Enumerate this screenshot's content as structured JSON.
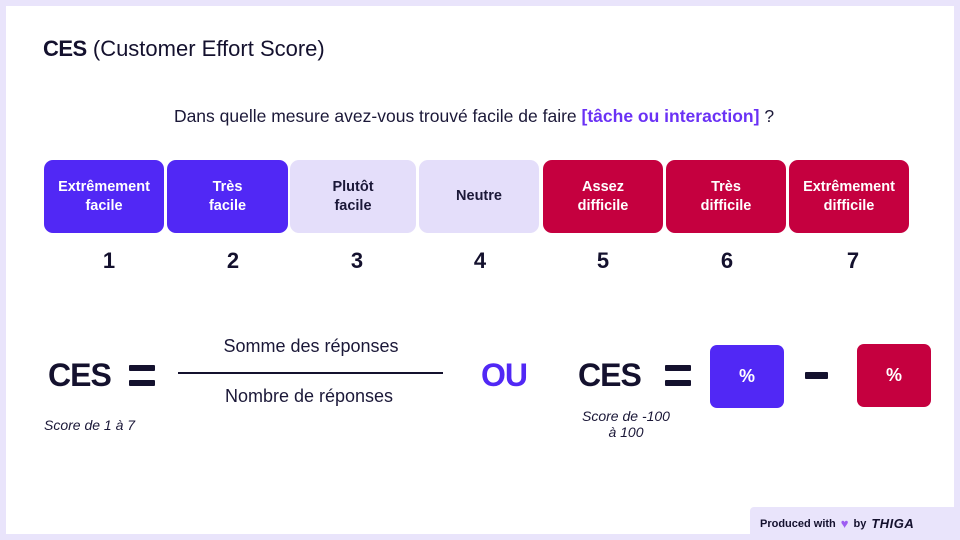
{
  "title": {
    "bold": "CES",
    "rest": " (Customer Effort Score)"
  },
  "question": {
    "text": "Dans quelle mesure avez-vous trouvé facile de faire ",
    "highlight": "[tâche ou interaction]",
    "suffix": " ?"
  },
  "scale": [
    {
      "label": "Extrêmement facile",
      "number": "1",
      "color": "#5128f5"
    },
    {
      "label": "Très facile",
      "number": "2",
      "color": "#5128f5"
    },
    {
      "label": "Plutôt facile",
      "number": "3",
      "color": "#e4defa"
    },
    {
      "label": "Neutre",
      "number": "4",
      "color": "#e4defa"
    },
    {
      "label": "Assez difficile",
      "number": "5",
      "color": "#c5003f"
    },
    {
      "label": "Très difficile",
      "number": "6",
      "color": "#c5003f"
    },
    {
      "label": "Extrêmement difficile",
      "number": "7",
      "color": "#c5003f"
    }
  ],
  "formula1": {
    "lhs": "CES",
    "numerator": "Somme des réponses",
    "denominator": "Nombre de réponses",
    "note": "Score de 1 à 7"
  },
  "separator": "OU",
  "formula2": {
    "lhs": "CES",
    "left_box": "%",
    "right_box": "%",
    "note_line1": "Score de -100",
    "note_line2": "à 100"
  },
  "footer": {
    "produced": "Produced with",
    "heart": "♥",
    "by": "by",
    "brand": "THIGA"
  }
}
